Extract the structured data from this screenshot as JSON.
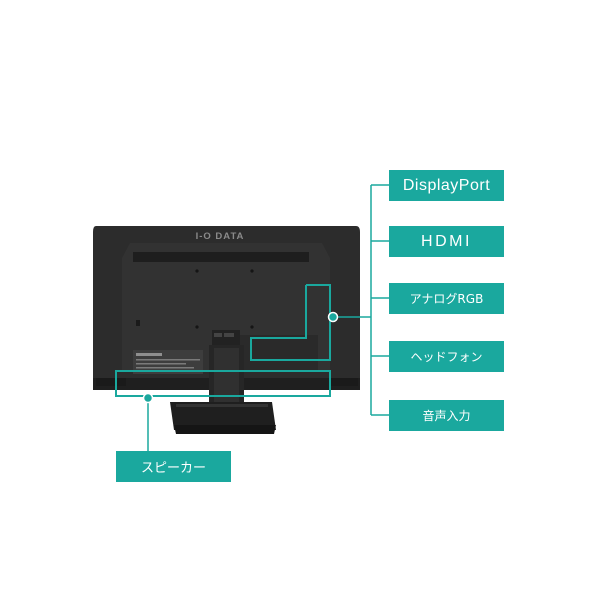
{
  "brand_logo": "I-O DATA",
  "ports": {
    "displayport": "DisplayPort",
    "hdmi": "HDMI",
    "analog_rgb": "アナログRGB",
    "headphone": "ヘッドフォン",
    "audio_in": "音声入力"
  },
  "speaker_label": "スピーカー",
  "colors": {
    "accent": "#1aa89e",
    "monitor_body": "#2b2b2b"
  }
}
